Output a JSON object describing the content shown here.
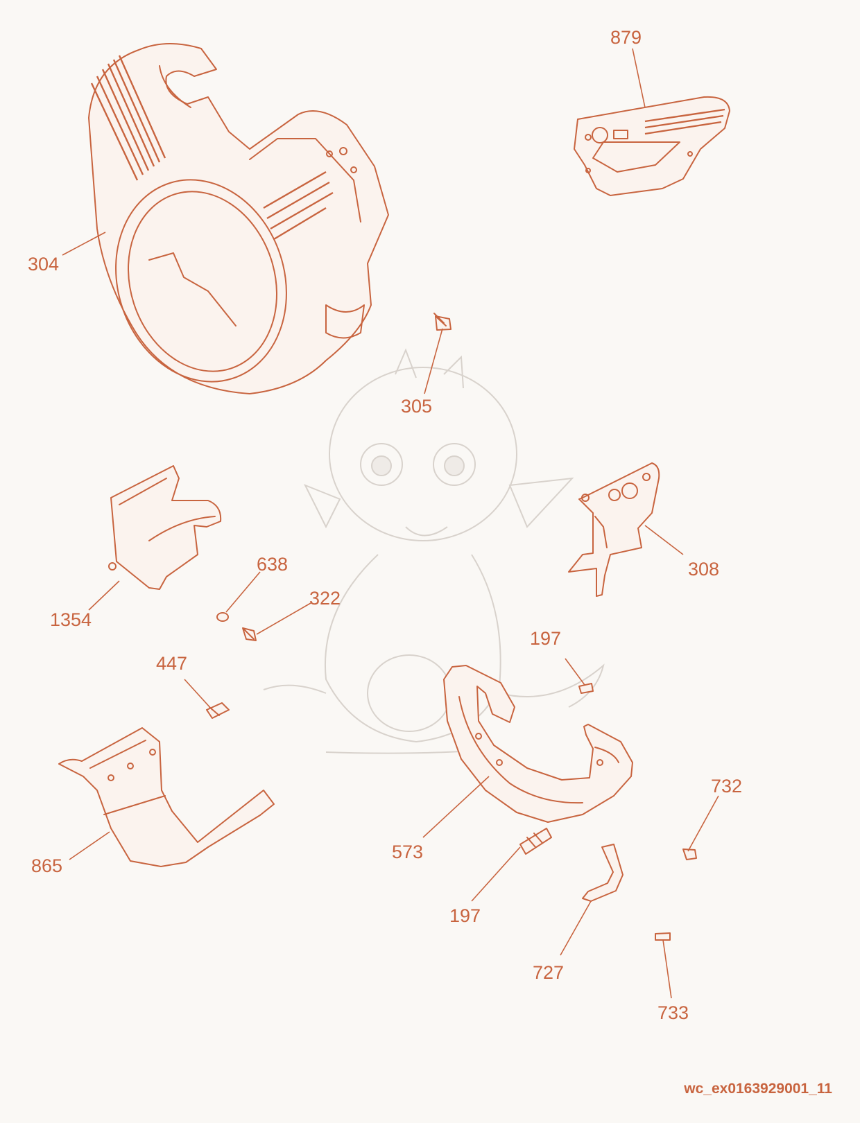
{
  "diagram_ref": "wc_ex0163929001_11",
  "colors": {
    "accent": "#c8643f",
    "background": "#faf8f5",
    "watermark": "#d8d2cc"
  },
  "callouts": [
    {
      "id": "c304",
      "label": "304"
    },
    {
      "id": "c879",
      "label": "879"
    },
    {
      "id": "c305",
      "label": "305"
    },
    {
      "id": "c1354",
      "label": "1354"
    },
    {
      "id": "c638",
      "label": "638"
    },
    {
      "id": "c322",
      "label": "322"
    },
    {
      "id": "c308",
      "label": "308"
    },
    {
      "id": "c447",
      "label": "447"
    },
    {
      "id": "c197a",
      "label": "197"
    },
    {
      "id": "c865",
      "label": "865"
    },
    {
      "id": "c573",
      "label": "573"
    },
    {
      "id": "c732",
      "label": "732"
    },
    {
      "id": "c197b",
      "label": "197"
    },
    {
      "id": "c727",
      "label": "727"
    },
    {
      "id": "c733",
      "label": "733"
    }
  ]
}
